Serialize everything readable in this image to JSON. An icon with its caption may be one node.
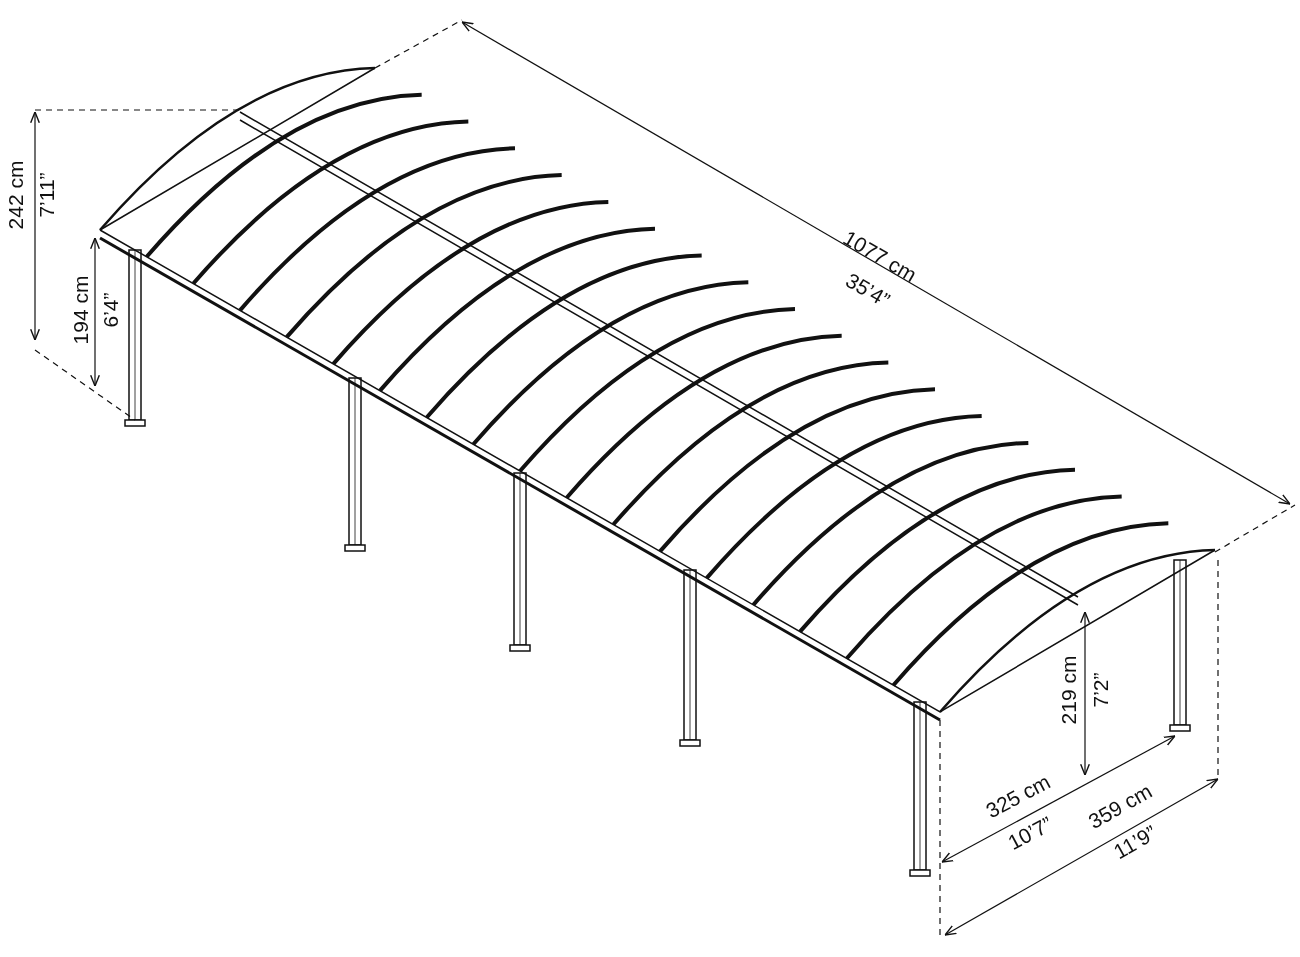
{
  "diagram": {
    "labels": [
      "242 cm",
      "7’11”",
      "194 cm",
      "6’4”",
      "1077 cm",
      "35’4”",
      "219 cm",
      "7’2”",
      "325 cm",
      "10’7”",
      "359 cm",
      "11’9”"
    ]
  }
}
